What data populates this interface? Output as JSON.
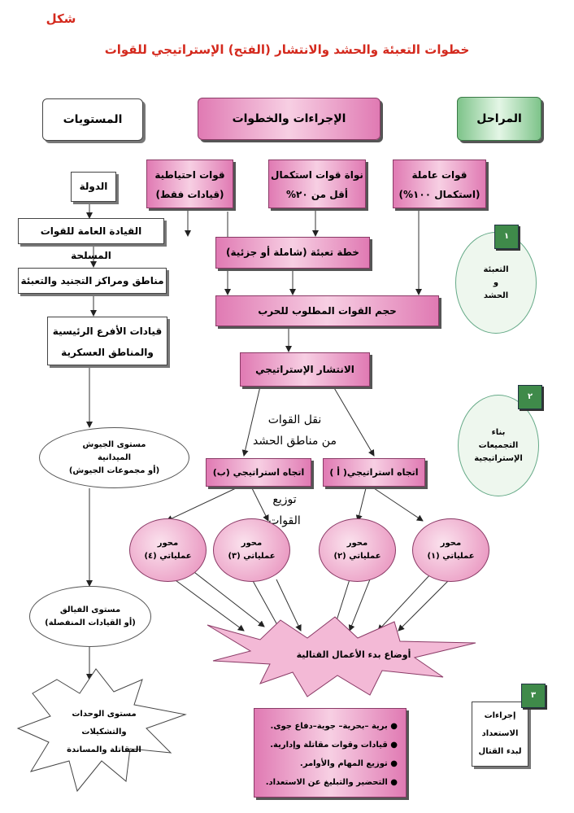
{
  "header": {
    "shakl": "شكل",
    "title": "خطوات التعبئة والحشد والانتشار (الفتح) الإستراتيجي للقوات"
  },
  "scrolls": {
    "levels": "المستويات",
    "procedures": "الإجراءات والخطوات",
    "stages": "المراحل"
  },
  "forces": {
    "reserve_l1": "قوات احتياطية",
    "reserve_l2": "(قيادات فقط)",
    "nucleus_l1": "نواة قوات استكمال",
    "nucleus_l2": "أقل من ٢٠%",
    "active_l1": "قوات عاملة",
    "active_l2": "(استكمال ١٠٠%)"
  },
  "procedures": {
    "mobilization_plan": "خطة تعبئة (شاملة أو جزئية)",
    "forces_volume": "حجم القوات المطلوب للحرب",
    "strategic_deployment": "الانتشار الإستراتيجي",
    "direction_b": "اتجاه استراتيجي (ب)",
    "direction_a": "اتجاه استراتيجي( أ )",
    "transfer_label_l1": "نقل القوات",
    "transfer_label_l2": "من مناطق الحشد",
    "distribution_l1": "توزيع",
    "distribution_l2": "القوات",
    "axis_word": "محور",
    "axis4": "عملياتي (٤)",
    "axis3": "عملياتي (٣)",
    "axis2": "عملياتي (٢)",
    "axis1": "عملياتي (١)",
    "combat_start": "أوضاع بدء الأعمال القتالية"
  },
  "levels": {
    "state": "الدولة",
    "general_command": "القيادة العامة للقوات المسلحة",
    "recruitment_areas": "مناطق ومراكز التجنيد والتعبئة",
    "branch_commands_l1": "قيادات الأفرع الرئيسية",
    "branch_commands_l2": "والمناطق العسكرية",
    "field_armies_l1": "مستوى الجيوش",
    "field_armies_l2": "الميدانية",
    "field_armies_l3": "(أو مجموعات الجيوش)",
    "corps_l1": "مستوى الفيالق",
    "corps_l2": "(أو القيادات المنفصلة)",
    "units_l1": "مستوى الوحدات",
    "units_l2": "والتشكيلات",
    "units_l3": "المقاتلة والمساندة"
  },
  "stages": {
    "s1_num": "١",
    "s1_l1": "التعبئة",
    "s1_l2": "و",
    "s1_l3": "الحشد",
    "s2_num": "٢",
    "s2_l1": "بناء",
    "s2_l2": "التجميعات",
    "s2_l3": "الإستراتيجية",
    "s3_num": "٣",
    "s3_l1": "إجراءات",
    "s3_l2": "الاستعداد",
    "s3_l3": "لبدء القتال"
  },
  "bullets": [
    "برية –بحرية– جوية–دفاع جوى.",
    "قيادات وقوات مقاتلة وإدارية.",
    "توزيع المهام والأوامر.",
    "التحضير والتبليغ عن الاستعداد."
  ],
  "colors": {
    "title_red": "#d42a1e",
    "pink": "#e07ab3",
    "green": "#3f8a4a"
  }
}
